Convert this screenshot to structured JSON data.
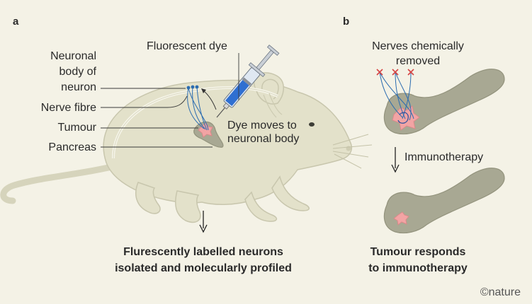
{
  "panels": {
    "a": {
      "letter": "a",
      "labels": {
        "neuronal_body_line1": "Neuronal",
        "neuronal_body_line2": "body of",
        "neuronal_body_line3": "neuron",
        "nerve_fibre": "Nerve fibre",
        "tumour": "Tumour",
        "pancreas": "Pancreas",
        "fluorescent_dye": "Fluorescent dye",
        "dye_moves_line1": "Dye moves to",
        "dye_moves_line2": "neuronal body"
      },
      "result_line1": "Flurescently labelled neurons",
      "result_line2": "isolated and molecularly profiled"
    },
    "b": {
      "letter": "b",
      "nerves_removed_line1": "Nerves chemically",
      "nerves_removed_line2": "removed",
      "step": "Immunotherapy",
      "result_line1": "Tumour responds",
      "result_line2": "to immunotherapy"
    }
  },
  "credit": "©nature",
  "colors": {
    "background": "#f4f2e6",
    "rat_body": "#e3e1ca",
    "pancreas": "#a8a893",
    "tumour": "#f2a4a4",
    "nerve": "#2b6cb0",
    "syringe_liquid": "#2f6fd1",
    "cross_mark": "#d64545"
  }
}
